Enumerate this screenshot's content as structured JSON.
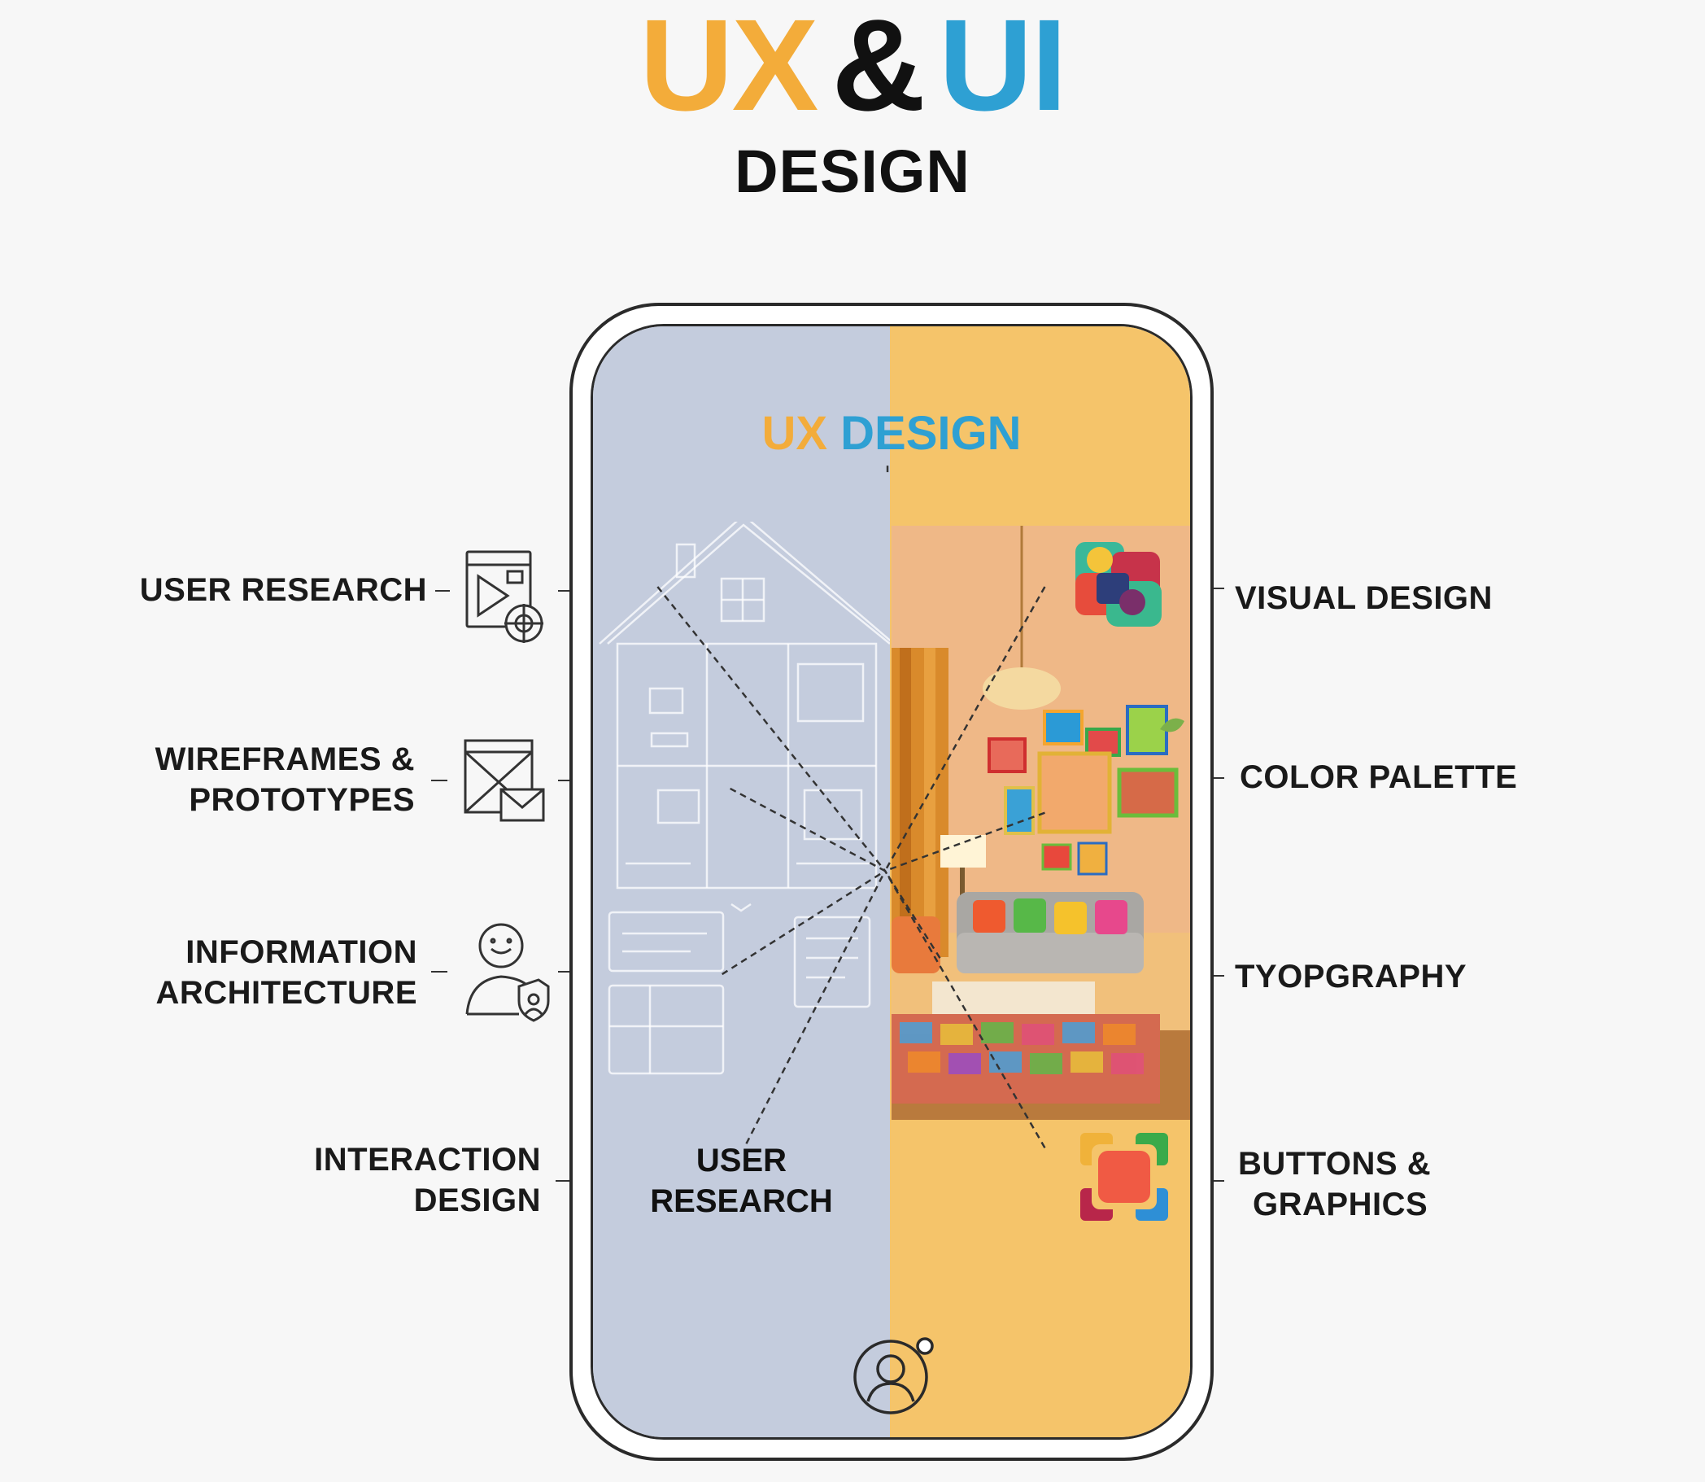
{
  "title": {
    "ux": "UX",
    "amp": "&",
    "ui": "UI",
    "subtitle": "DESIGN"
  },
  "phone": {
    "screen_title_a": "UX",
    "screen_title_b": "DESIGN",
    "inner_label": [
      "USER",
      "RESEARCH"
    ],
    "left_color": "#c4ccdd",
    "right_color": "#f5c46a"
  },
  "left_labels": [
    {
      "lines": [
        "USER RESEARCH"
      ],
      "icon": "video-player-icon"
    },
    {
      "lines": [
        "WIREFRAMES &",
        "PROTOTYPES"
      ],
      "icon": "wireframe-mail-icon"
    },
    {
      "lines": [
        "INFORMATION",
        "ARCHITECTURE"
      ],
      "icon": "user-shield-icon"
    },
    {
      "lines": [
        "INTERACTION",
        "DESIGN"
      ],
      "icon": ""
    }
  ],
  "right_labels": [
    {
      "lines": [
        "VISUAL DESIGN"
      ],
      "icon": "color-blocks-icon"
    },
    {
      "lines": [
        "COLOR PALETTE"
      ]
    },
    {
      "lines": [
        "TYOPGRAPHY"
      ]
    },
    {
      "lines": [
        "BUTTONS &",
        "GRAPHICS"
      ],
      "icon": "frame-buttons-icon"
    }
  ],
  "colors": {
    "ux_orange": "#f3ac3a",
    "ui_blue": "#2ea0d3",
    "text_dark": "#111111"
  },
  "bottom_icon": "user-profile-icon"
}
